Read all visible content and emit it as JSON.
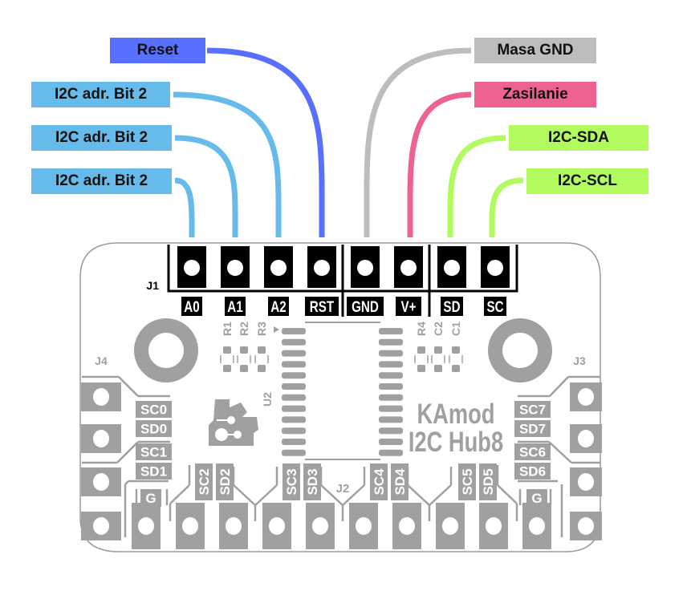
{
  "title": "KAmod I2C Hub8 pinout",
  "board": {
    "name_line1": "KAmod",
    "name_line2": "I2C Hub8",
    "ic_label": "U2",
    "connector_labels": {
      "j1": "J1",
      "j2": "J2",
      "j3": "J3",
      "j4": "J4"
    },
    "resistor_labels_left": [
      "R1",
      "R2",
      "R3"
    ],
    "component_labels_right": [
      "R4",
      "C2",
      "C1"
    ]
  },
  "callouts": [
    {
      "label": "Reset",
      "color": "#5870ff",
      "pin": "RST"
    },
    {
      "label": "I2C adr. Bit 2",
      "color": "#66bbea",
      "pin": "A2"
    },
    {
      "label": "I2C adr. Bit 2",
      "color": "#66bbea",
      "pin": "A1"
    },
    {
      "label": "I2C adr. Bit 2",
      "color": "#66bbea",
      "pin": "A0"
    },
    {
      "label": "Masa GND",
      "color": "#bdbdbd",
      "pin": "GND"
    },
    {
      "label": "Zasilanie",
      "color": "#ee628f",
      "pin": "V+"
    },
    {
      "label": "I2C-SDA",
      "color": "#b1fb5f",
      "pin": "SD"
    },
    {
      "label": "I2C-SCL",
      "color": "#b1fb5f",
      "pin": "SC"
    }
  ],
  "j1_pins": [
    "A0",
    "A1",
    "A2",
    "RST",
    "GND",
    "V+",
    "SD",
    "SC"
  ],
  "left_side_labels": [
    "SC0",
    "SD0",
    "SC1",
    "SD1",
    "G"
  ],
  "right_side_labels": [
    "SC7",
    "SD7",
    "SC6",
    "SD6",
    "G"
  ],
  "bottom_labels": [
    "SC2",
    "SD2",
    "SC3",
    "SD3",
    "SC4",
    "SD4",
    "SC5",
    "SD5"
  ],
  "colors": {
    "silk": "#a0a0a0",
    "header_black": "#000000",
    "board_outline": "#9a9a9a"
  }
}
